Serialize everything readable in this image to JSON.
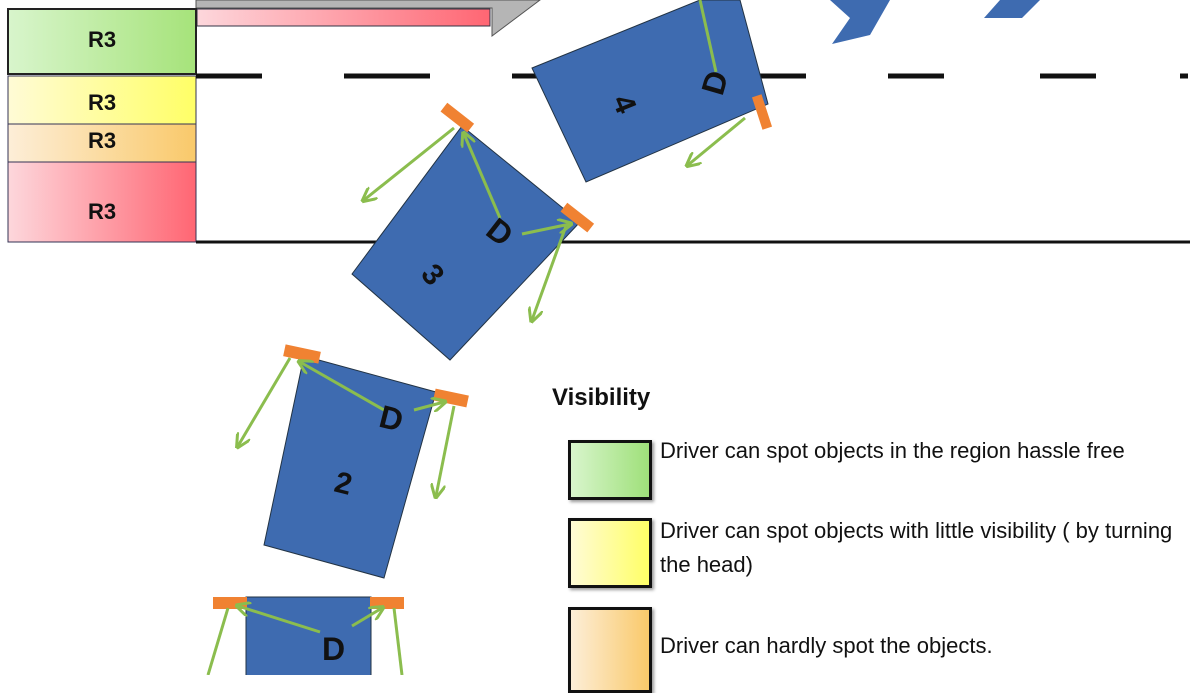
{
  "regions": [
    {
      "label": "R3",
      "color_from": "#d8f5cc",
      "color_to": "#a6e37a"
    },
    {
      "label": "R3",
      "color_from": "#fffbd6",
      "color_to": "#ffff66"
    },
    {
      "label": "R3",
      "color_from": "#fdeed8",
      "color_to": "#f9c96a"
    },
    {
      "label": "R3",
      "color_from": "#fdd7dc",
      "color_to": "#ff6673"
    }
  ],
  "vehicles": [
    {
      "label": "4",
      "driver": "D"
    },
    {
      "label": "3",
      "driver": "D"
    },
    {
      "label": "2",
      "driver": "D"
    },
    {
      "label": "",
      "driver": "D"
    }
  ],
  "legend": {
    "title": "Visibility",
    "items": [
      {
        "text": "Driver can spot objects in the region hassle free",
        "color_from": "#d8f5cc",
        "color_to": "#9fe07a"
      },
      {
        "text": "Driver can spot objects with little visibility ( by turning the head)",
        "color_from": "#fffbd6",
        "color_to": "#ffff66"
      },
      {
        "text": "Driver can hardly spot the objects.",
        "color_from": "#fdeed8",
        "color_to": "#f9c96a"
      }
    ]
  },
  "colors": {
    "vehicle": "#3e6bb0",
    "mirror": "#f08232",
    "arrow": "#8bbd4e",
    "road": "#111111"
  }
}
